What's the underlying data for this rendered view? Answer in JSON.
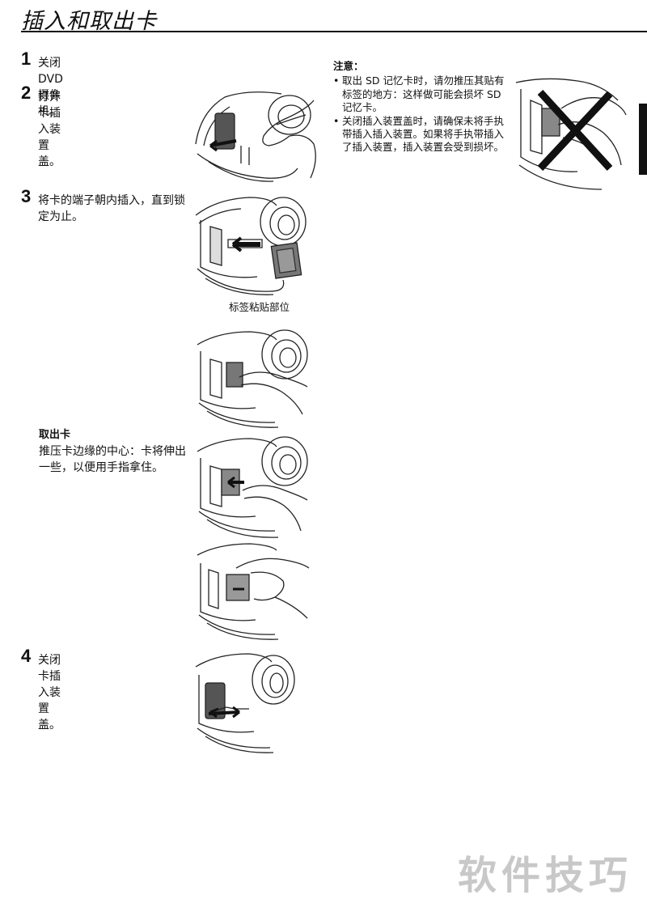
{
  "header": {
    "title": "插入和取出卡"
  },
  "steps": [
    {
      "number": "1",
      "text": "关闭 DVD 摄像机。"
    },
    {
      "number": "2",
      "text": "打开卡插入装置盖。"
    },
    {
      "number": "3",
      "text": "将卡的端子朝内插入，直到锁定为止。"
    },
    {
      "number": "4",
      "text": "关闭卡插入装置盖。"
    }
  ],
  "label_area_caption": "标签粘贴部位",
  "remove": {
    "heading": "取出卡",
    "text": "推压卡边缘的中心：卡将伸出一些，以便用手指拿住。"
  },
  "notes": {
    "heading": "注意：",
    "items": [
      "取出 SD 记忆卡时，请勿推压其贴有标签的地方：这样做可能会损坏 SD 记忆卡。",
      "关闭插入装置盖时，请确保未将手执带插入插入装置。如果将手执带插入了插入装置，插入装置会受到损坏。"
    ]
  },
  "watermark": "软件技巧",
  "illustrations": [
    "camcorder-open-cover-illustration",
    "camcorder-insert-card-illustration",
    "camcorder-press-card-illustration",
    "camcorder-card-ejects-illustration",
    "camcorder-pull-card-illustration",
    "camcorder-close-cover-illustration",
    "wrong-press-label-illustration"
  ]
}
